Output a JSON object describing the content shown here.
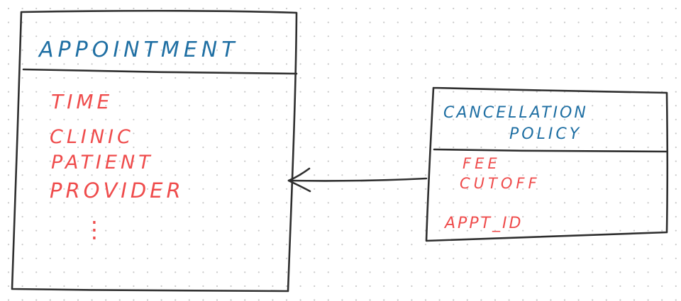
{
  "diagram": {
    "colors": {
      "background": "#ffffff",
      "grid_dot": "#c9c9c9",
      "outline": "#2f2f2f",
      "title": "#1f6fa3",
      "field": "#ef4c4c"
    },
    "appointment": {
      "title": "APPOINTMENT",
      "fields": [
        "TIME",
        "CLINIC",
        "PATIENT",
        "PROVIDER",
        "⋮"
      ]
    },
    "cancellation_policy": {
      "title_line1": "CANCELLATION",
      "title_line2": "POLICY",
      "fields": [
        "FEE",
        "CUTOFF",
        "APPT_ID"
      ]
    }
  }
}
